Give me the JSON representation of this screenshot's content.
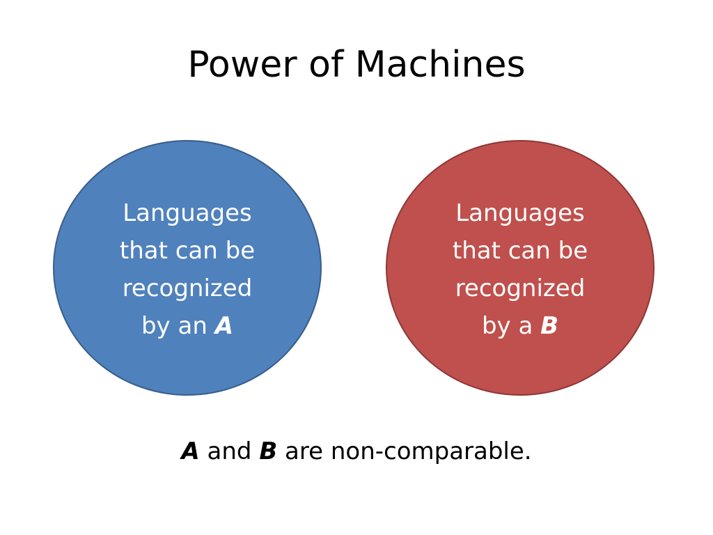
{
  "slide": {
    "title": "Power of Machines"
  },
  "circles": [
    {
      "line1": "Languages",
      "line2": "that can be",
      "line3": "recognized",
      "line4_prefix": "by an",
      "machine": "A",
      "fill_color": "#4f81bd"
    },
    {
      "line1": "Languages",
      "line2": "that can be",
      "line3": "recognized",
      "line4_prefix": "by a",
      "machine": "B",
      "fill_color": "#c0504d"
    }
  ],
  "caption": {
    "machine_a": "A",
    "conjunction": "and",
    "machine_b": "B",
    "suffix": "are non-comparable."
  }
}
